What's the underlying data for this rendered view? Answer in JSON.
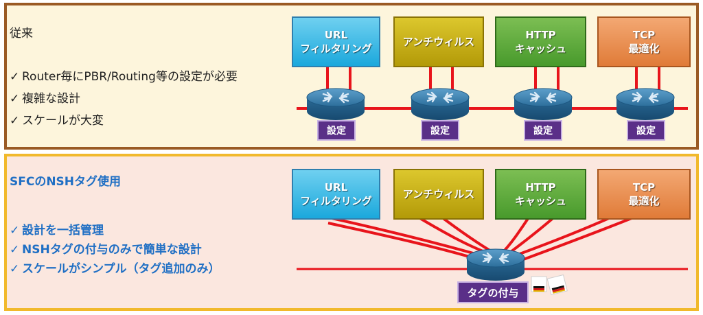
{
  "top_section": {
    "heading": "従来",
    "points": [
      "Router毎にPBR/Routing等の設定が必要",
      "複雑な設計",
      "スケールが大変"
    ],
    "setting_label": "設定"
  },
  "bottom_section": {
    "heading": "SFCのNSHタグ使用",
    "points": [
      "設計を一括管理",
      "NSHタグの付与のみで簡単な設計",
      "スケールがシンプル（タグ追加のみ）"
    ],
    "tag_label": "タグの付与"
  },
  "functions": [
    {
      "line1": "URL",
      "line2": "フィルタリング",
      "color": "#1ba8dc"
    },
    {
      "line1": "",
      "line2": "アンチウィルス",
      "color": "#b39a08"
    },
    {
      "line1": "HTTP",
      "line2": "キャッシュ",
      "color": "#489a2c"
    },
    {
      "line1": "TCP",
      "line2": "最適化",
      "color": "#e07b38"
    }
  ],
  "colors": {
    "traffic_line": "#e8141b",
    "router": "#2d6f9c",
    "setting_badge": "#5a2f88"
  },
  "icons": {
    "router": "router-icon",
    "check": "check-icon",
    "flag": "flag-icon"
  }
}
